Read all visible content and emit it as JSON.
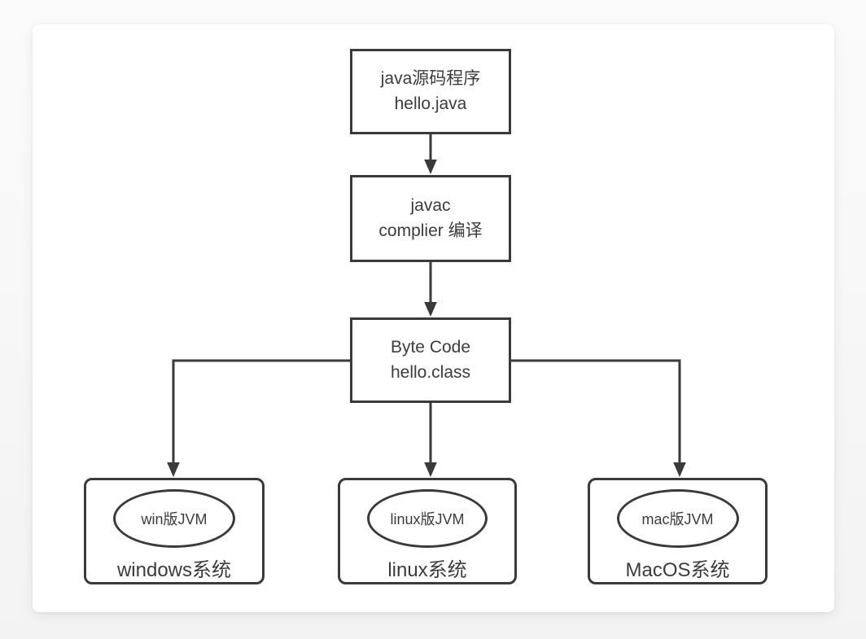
{
  "colors": {
    "line": "#3a3a3c",
    "text": "#3c3c3e",
    "card_background": "#ffffff",
    "page_background": "#f5f5f5"
  },
  "diagram": {
    "type": "flowchart",
    "nodes": {
      "source": {
        "line1": "java源码程序",
        "line2": "hello.java"
      },
      "compiler": {
        "line1": "javac",
        "line2": "complier 编译"
      },
      "bytecode": {
        "line1": "Byte Code",
        "line2": "hello.class"
      },
      "windows": {
        "jvm": "win版JVM",
        "os": "windows系统"
      },
      "linux": {
        "jvm": "linux版JVM",
        "os": "linux系统"
      },
      "macos": {
        "jvm": "mac版JVM",
        "os": "MacOS系统"
      }
    },
    "edges": [
      {
        "from": "source",
        "to": "compiler"
      },
      {
        "from": "compiler",
        "to": "bytecode"
      },
      {
        "from": "bytecode",
        "to": "windows"
      },
      {
        "from": "bytecode",
        "to": "linux"
      },
      {
        "from": "bytecode",
        "to": "macos"
      }
    ]
  }
}
